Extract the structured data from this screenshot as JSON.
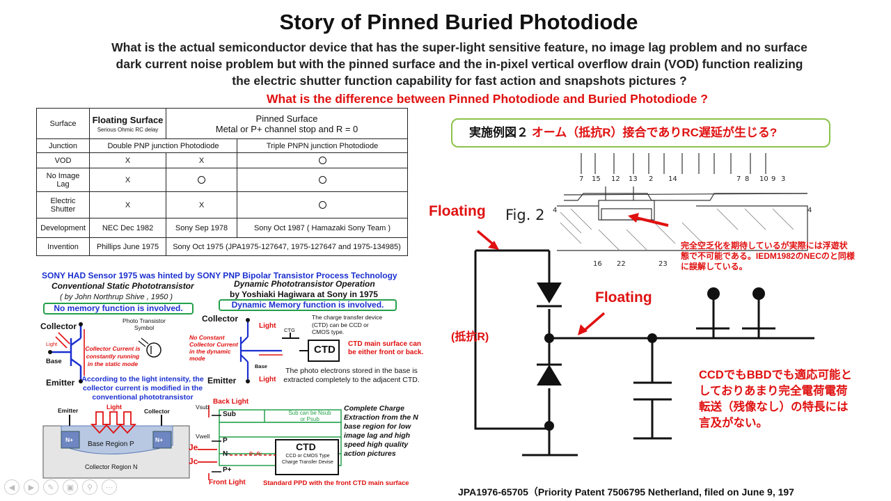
{
  "title": "Story of Pinned Buried Photodiode",
  "question": "What is the actual semiconductor device that has the super-light sensitive feature, no image lag problem and no surface dark current noise problem but with the pinned surface and the in-pixel vertical overflow drain (VOD) function realizing the electric shutter function capability for fast action and snapshots pictures ?",
  "difference_question": "What is the difference between  Pinned Photodiode and Buried Photodiode ?",
  "table": {
    "surface": "Surface",
    "floating": "Floating Surface",
    "floating_sub": "Serious Ohmic RC delay",
    "pinned": "Pinned Surface",
    "pinned_sub": "Metal or P+ channel stop and R = 0",
    "junction": "Junction",
    "double": "Double  PNP junction Photodiode",
    "triple": "Triple PNPN junction Photodiode",
    "vod": "VOD",
    "nolag": "No Image Lag",
    "shutter": "Electric Shutter",
    "x": "X",
    "development": "Development",
    "dev_nec": "NEC Dec 1982",
    "dev_sony78": "Sony Sep 1978",
    "dev_sony87": "Sony Oct 1987 ( Hamazaki Sony Team )",
    "invention": "Invention",
    "inv_phillips": "Phillips June 1975",
    "inv_sony75": "Sony Oct 1975  (JPA1975-127647, 1975-127647 and 1975-134985)"
  },
  "left_lower": {
    "sony_title": "SONY HAD Sensor 1975 was hinted by SONY PNP Bipolar Transistor  Process Technology",
    "conv_title": "Conventional Static Phototransistor",
    "conv_author": "( by John Northrup Shive ,  1950 )",
    "no_memory": "No memory function is  involved.",
    "dyn_title": "Dynamic Phototransistor Operation",
    "dyn_author": "by  Yoshiaki Hagiwara at Sony in 1975",
    "dyn_memory": "Dynamic Memory function is involved.",
    "collector": "Collector",
    "emitter": "Emitter",
    "base": "Base",
    "light": "Light",
    "pt_symbol": "Photo Transistor Symbol",
    "collector_current": "Collector Current is constantly running in the static mode",
    "according": "According to the light intensity, the collector current is modified in the conventional phototransistor",
    "no_constant": "No Constant Collector Current in the dynamic mode",
    "ctg": "CTG",
    "ctd": "CTD",
    "ctd_device": "The charge transfer device (CTD) can be CCD or CMOS type.",
    "ctd_main": "CTD main surface can be either front or back.",
    "photo_electrons": "The photo electrons stored  in the base is extracted completely to the adjacent CTD.",
    "base_region": "Base  Region P",
    "collector_region": "Collector Region N",
    "nplus": "N+",
    "pplus": "P+",
    "back_light": "Back Light",
    "front_light": "Front Light",
    "vsub": "Vsub",
    "vwell": "Vwell",
    "sub": "Sub",
    "p": "P",
    "n_minus": "N-",
    "je": "Je",
    "jc": "Jc",
    "electrons": "e-  e-",
    "sub_nsub": "Sub can be Nsub or Psub",
    "ctd_types": "CCD or CMOS Type Charge Transfer Devise",
    "complete_charge": "Complete Charge Extraction from the N base region for  low image lag and high speed high quality action pictures",
    "standard_ppd": "Standard PPD with the front  CTD main surface"
  },
  "right": {
    "embodiment_prefix": "実施例図２",
    "embodiment_red": "オーム（抵抗R）接合でありRC遅延が生じる?",
    "fig": "Fig. 2",
    "floating_1": "Floating",
    "floating_2": "Floating",
    "resistance": "(抵抗R)",
    "jp_note": "完全空乏化を期待しているが実際には浮遊状態で不可能である。IEDM1982のNECのと同様に誤解している。",
    "ccd_note": "CCDでもBBDでも適応可能としておりあまり完全電荷電荷転送（残像なし）の特長には言及がない。",
    "jpa": "JPA1976-65705（Priority Patent 7506795 Netherland, filed on June 9, 197",
    "patent_numbers": [
      "7",
      "15",
      "12",
      "13",
      "2",
      "14",
      "7",
      "8",
      "10",
      "9",
      "3",
      "4",
      "4",
      "16",
      "22",
      "23"
    ]
  },
  "nav_icons": [
    "prev-icon",
    "next-icon",
    "pen-icon",
    "slides-icon",
    "zoom-icon",
    "more-icon"
  ]
}
